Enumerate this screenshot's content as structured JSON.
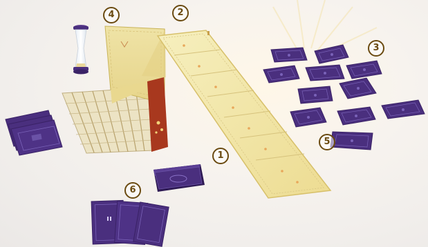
{
  "labels": {
    "n1": "1",
    "n2": "2",
    "n3": "3",
    "n4": "4",
    "n5": "5",
    "n6": "6"
  },
  "components": [
    "board-track",
    "game-screen",
    "timer-card-grid",
    "sand-timer",
    "card-deck",
    "card-hand",
    "purple-cards",
    "answer-grid"
  ],
  "colors": {
    "card_purple": "#4a2f7e",
    "card_border": "#3a2266",
    "card_inner": "#6a52a6",
    "board_yellow": "#f3e8a8",
    "screen_red": "#a8381e",
    "label_brown": "#6a4a10"
  }
}
